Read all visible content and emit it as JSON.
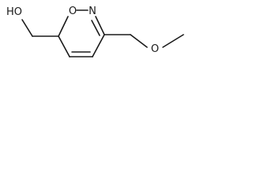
{
  "structure": {
    "atoms": {
      "hydroxyl": "HO",
      "ring_oxygen": "O",
      "ring_nitrogen": "N",
      "ether_oxygen": "O"
    },
    "colors": {
      "ink": "#1a1a1a",
      "background": "#ffffff"
    }
  }
}
